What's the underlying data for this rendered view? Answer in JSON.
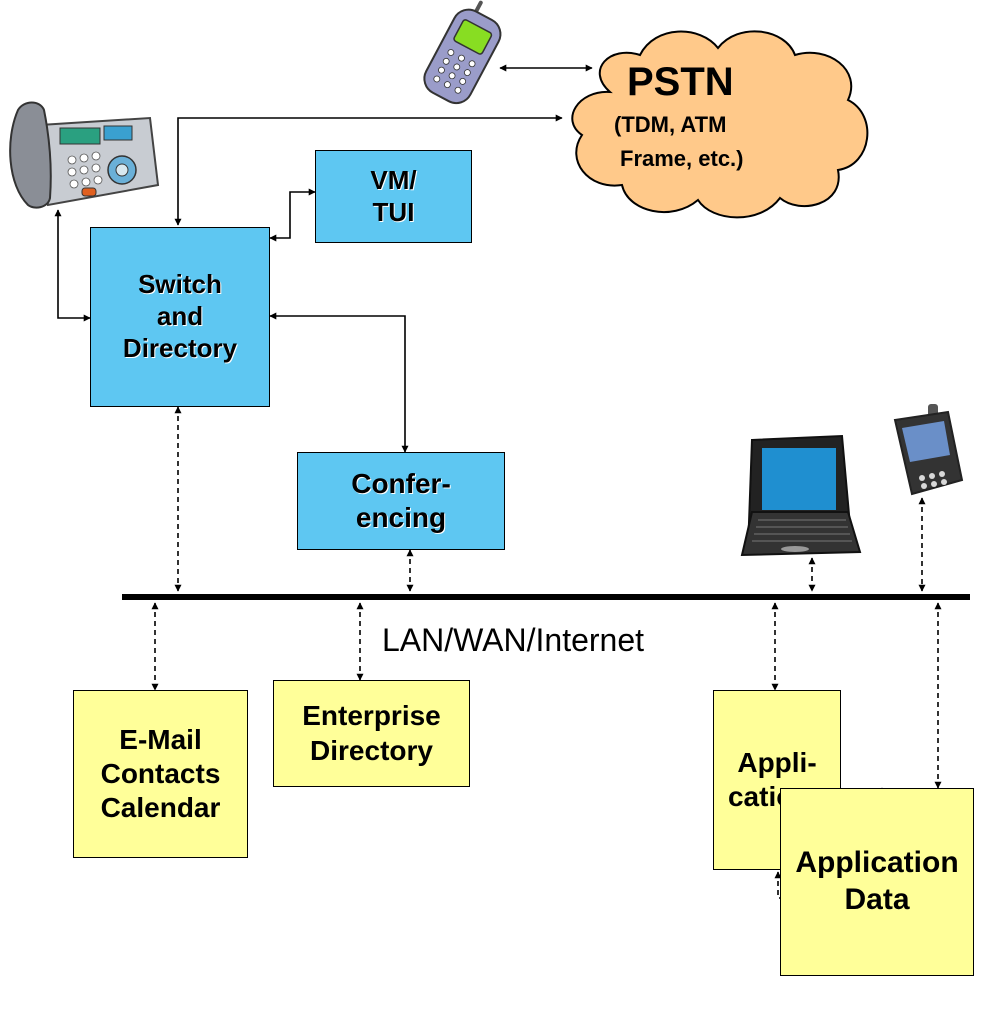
{
  "boxes": {
    "switch": [
      "Switch",
      "and",
      "Directory"
    ],
    "vm": [
      "VM/",
      "TUI"
    ],
    "conferencing": [
      "Confer-",
      "encing"
    ],
    "email": [
      "E-Mail",
      "Contacts",
      "Calendar"
    ],
    "enterprise": [
      "Enterprise",
      "Directory"
    ],
    "applications": [
      "Appli-",
      "cations"
    ],
    "appdata": [
      "Application",
      "Data"
    ]
  },
  "pstn": {
    "title": "PSTN",
    "line1": "(TDM, ATM",
    "line2": "Frame, etc.)"
  },
  "network_label": "LAN/WAN/Internet",
  "colors": {
    "blue_box": "#5ec7f2",
    "yellow_box": "#ffff99",
    "cloud": "#ffc98a",
    "bus": "#000000"
  },
  "icons": [
    "desk-phone-icon",
    "cell-phone-icon",
    "laptop-icon",
    "pda-icon",
    "cloud-icon"
  ]
}
